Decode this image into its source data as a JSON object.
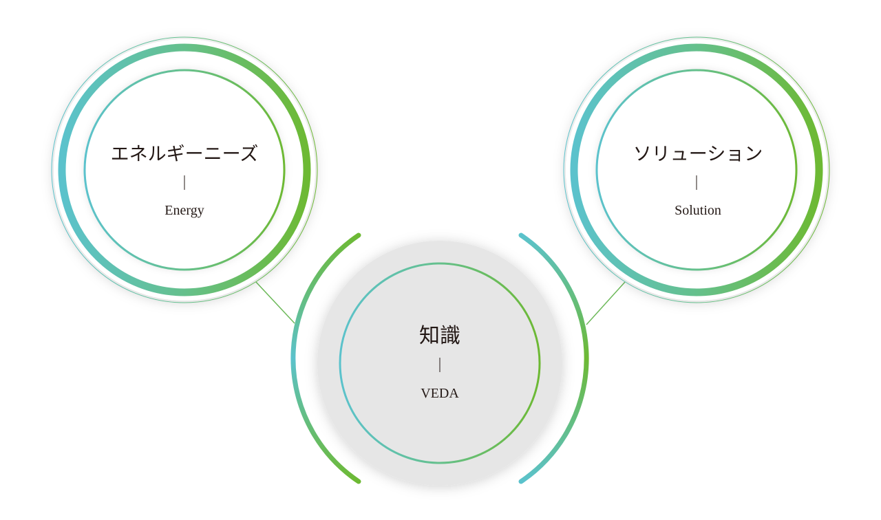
{
  "nodes": {
    "energy": {
      "title": "エネルギーニーズ",
      "subtitle": "Energy"
    },
    "solution": {
      "title": "ソリューション",
      "subtitle": "Solution"
    },
    "veda": {
      "title": "知識",
      "subtitle": "VEDA"
    }
  },
  "colors": {
    "teal": "#5bc2cc",
    "green": "#6db933",
    "mid": "#65c08c",
    "disc": "#e5e5e5",
    "text": "#231815"
  }
}
